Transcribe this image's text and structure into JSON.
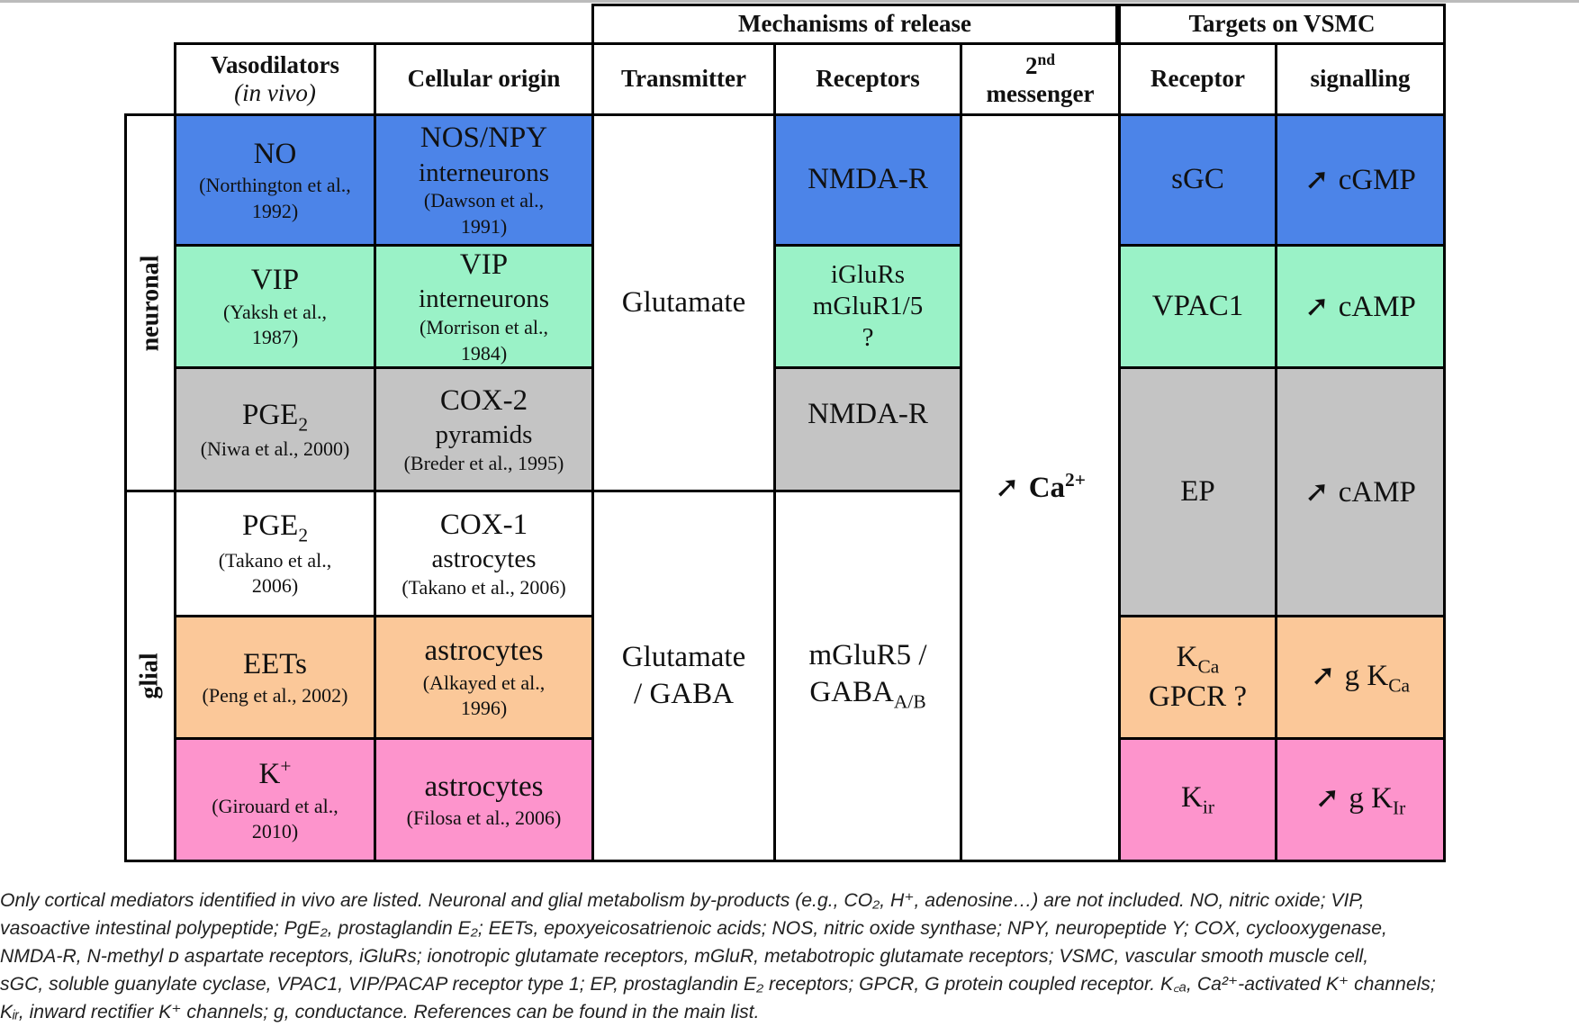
{
  "headers": {
    "mechanisms": "Mechanisms of release",
    "targets": "Targets on VSMC",
    "vasodilators": "Vasodilators",
    "in_vivo": "(in vivo)",
    "cellular_origin": "Cellular origin",
    "transmitter": "Transmitter",
    "receptors": "Receptors",
    "second_a": "2",
    "second_sup": "nd",
    "second_b": "messenger",
    "receptor": "Receptor",
    "signalling": "signalling"
  },
  "groups": {
    "neuronal": "neuronal",
    "glial": "glial"
  },
  "arrow_glyph": "➚",
  "rows": {
    "no": {
      "name": "NO",
      "ref1": "(Northington et al.,",
      "ref2": "1992)",
      "origin1": "NOS/NPY",
      "origin2": "interneurons",
      "oref1": "(Dawson et al.,",
      "oref2": "1991)",
      "receptors": "NMDA-R",
      "receptor": "sGC",
      "signal": "cGMP"
    },
    "vip": {
      "name": "VIP",
      "ref1": "(Yaksh et al.,",
      "ref2": "1987)",
      "origin1": "VIP",
      "origin2": "interneurons",
      "oref1": "(Morrison et al.,",
      "oref2": "1984)",
      "receptors1": "iGluRs",
      "receptors2": "mGluR1/5",
      "receptors3": "?",
      "receptor": "VPAC1",
      "signal": "cAMP"
    },
    "pge2n": {
      "name": "PGE",
      "name_sub": "2",
      "ref1": "(Niwa et al., 2000)",
      "origin1": "COX-2",
      "origin2": "pyramids",
      "oref1": "(Breder et al., 1995)",
      "receptors": "NMDA-R"
    },
    "pge2g": {
      "name": "PGE",
      "name_sub": "2",
      "ref1": "(Takano et al.,",
      "ref2": "2006)",
      "origin1": "COX-1",
      "origin2": "astrocytes",
      "oref1": "(Takano et al., 2006)"
    },
    "pge_target": {
      "receptor": "EP",
      "signal": "cAMP"
    },
    "eets": {
      "name": "EETs",
      "ref1": "(Peng et al., 2002)",
      "origin1": "astrocytes",
      "oref1": "(Alkayed et al.,",
      "oref2": "1996)",
      "receptor1": "K",
      "receptor1_sub": "Ca",
      "receptor2": "GPCR ?",
      "signal": "g K",
      "signal_sub": "Ca"
    },
    "k": {
      "name": "K",
      "name_sup": "+",
      "ref1": "(Girouard et al.,",
      "ref2": "2010)",
      "origin1": "astrocytes",
      "oref1": "(Filosa et al., 2006)",
      "receptor": "K",
      "receptor_sub": "ir",
      "signal": "g K",
      "signal_sub": "Ir"
    }
  },
  "transmitter_neuronal": "Glutamate",
  "transmitter_glial1": "Glutamate",
  "transmitter_glial2": "/ GABA",
  "receptors_glial1": "mGluR5 /",
  "receptors_glial2": "GABA",
  "receptors_glial2_sub": "A/B",
  "messenger": "Ca",
  "messenger_sup": "2+",
  "caption_lines": [
    "Only cortical mediators identified in vivo are listed. Neuronal and glial metabolism by-products (e.g., CO₂, H⁺, adenosine…) are not included. NO, nitric oxide; VIP,",
    "vasoactive intestinal polypeptide; PgE₂, prostaglandin E₂; EETs, epoxyeicosatrienoic acids; NOS, nitric oxide synthase; NPY, neuropeptide Y; COX, cyclooxygenase,",
    "NMDA-R, N-methyl ᴅ aspartate receptors, iGluRs; ionotropic glutamate receptors, mGluR, metabotropic glutamate receptors; VSMC, vascular smooth muscle cell,",
    "sGC, soluble guanylate cyclase, VPAC1, VIP/PACAP receptor type 1; EP, prostaglandin E₂ receptors; GPCR, G protein coupled receptor. K꜀ₐ, Ca²⁺-activated K⁺ channels;",
    "Kᵢᵣ, inward rectifier K⁺ channels; g, conductance. References can be found in the main list."
  ]
}
